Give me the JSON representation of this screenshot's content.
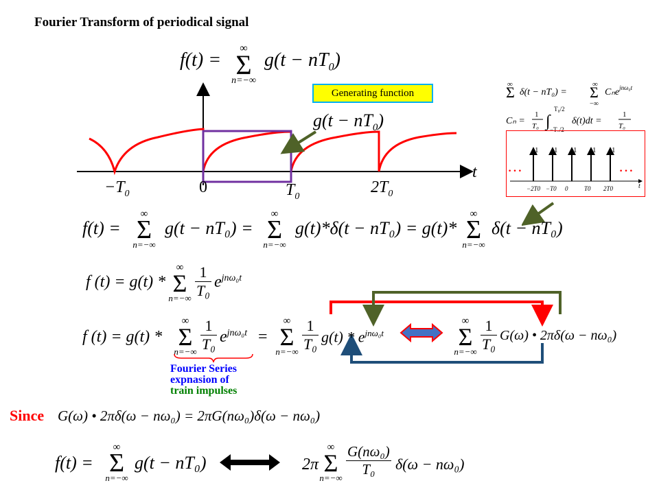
{
  "title": "Fourier Transform of periodical  signal",
  "top_eq": {
    "lhs": "f(t) =",
    "sum_top": "∞",
    "sum_bottom": "n=−∞",
    "body": "g(t − nT",
    "sub": "0",
    "close": ")"
  },
  "generating_label": "Generating function",
  "g_label": {
    "text": "g(t − nT",
    "sub": "0",
    "close": ")"
  },
  "axis_labels": {
    "t": "t",
    "neg_t0": "−T",
    "zero": "0",
    "t0": "T",
    "two_t0": "2T",
    "sub": "0"
  },
  "right_eq": {
    "line1": "Σ δ(t − nT₀) = Σ Cₙe^{jnω₀t}",
    "line1_top": "∞",
    "line1_bottom": "−∞",
    "line2_lhs": "Cₙ =",
    "line2_frac_top": "1",
    "line2_frac_bottom": "T₀",
    "line2_int_top": "T₀/2",
    "line2_int_bottom": "−T₀/2",
    "line2_body": "δ(t)dt =",
    "line2_res_top": "1",
    "line2_res_bottom": "T₀"
  },
  "impulse_plot": {
    "labels": [
      "1",
      "1",
      "1",
      "1",
      "1"
    ],
    "ticks": [
      "−2T",
      "−T",
      "0",
      "T",
      "2T"
    ],
    "tick_sub": "0",
    "axis": "t",
    "dots_left": "…",
    "dots_right": "…"
  },
  "eq2": {
    "text1": "f(t) =",
    "text2": "g(t − nT₀) =",
    "text3": "g(t)*δ(t − nT₀) = g(t)*",
    "text4": "δ(t − nT₀)",
    "sum_top": "∞",
    "sum_bottom": "n=−∞"
  },
  "eq3": {
    "lhs": "f (t) = g(t) *",
    "sum_top": "∞",
    "sum_bottom": "n=−∞",
    "frac_top": "1",
    "frac_bottom": "T₀",
    "exp": "e",
    "exp_sup": "jnω₀t"
  },
  "eq4": {
    "lhs": "f (t) = g(t) *",
    "eq": "=",
    "mid": "g(t) * e",
    "mid_sup": "jnω₀t",
    "right": "G(ω) • 2πδ(ω − nω₀)",
    "sum_top": "∞",
    "sum_bottom": "n=−∞",
    "frac_top": "1",
    "frac_bottom": "T₀",
    "exp": "e",
    "exp_sup": "jnω₀t"
  },
  "fs_note": {
    "line1": "Fourier Series",
    "line2": "expnasion of",
    "line3": "train impulses"
  },
  "since": {
    "label": "Since",
    "eq": "G(ω) • 2πδ(ω − nω₀) = 2πG(nω₀)δ(ω − nω₀)"
  },
  "final": {
    "lhs": "f(t) =",
    "body": "g(t − nT₀)",
    "sum_top": "∞",
    "sum_bottom": "n=−∞",
    "rhs_2pi": "2π",
    "rhs_frac_top": "G(nω₀)",
    "rhs_frac_bottom": "T₀",
    "rhs_tail": "δ(ω − nω₀)"
  },
  "colors": {
    "curve": "#ff0000",
    "box": "#7030a0",
    "green_arrow": "#4f6228",
    "red_arrow": "#ff0000",
    "blue_arrow": "#1f4e79",
    "double_arrow_fill": "#4472c4",
    "double_arrow_stroke": "#ff0000"
  }
}
